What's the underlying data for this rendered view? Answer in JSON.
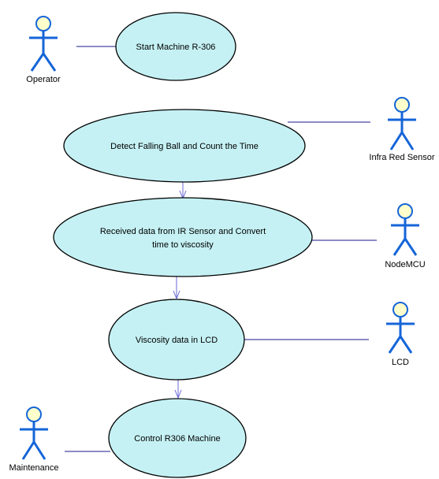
{
  "diagram": {
    "type": "use-case",
    "colors": {
      "usecase_fill": "#c5f1f4",
      "usecase_stroke": "#000000",
      "actor_body": "#1565d8",
      "actor_head_fill": "#ffffcc",
      "association_line": "#1a1a8c",
      "include_arrow": "#6a6ad8"
    },
    "actors": [
      {
        "id": "operator",
        "label": "Operator"
      },
      {
        "id": "infra-red-sensor",
        "label": "Infra Red Sensor"
      },
      {
        "id": "nodemcu",
        "label": "NodeMCU"
      },
      {
        "id": "lcd",
        "label": "LCD"
      },
      {
        "id": "maintenance",
        "label": "Maintenance"
      }
    ],
    "use_cases": [
      {
        "id": "start-machine",
        "lines": [
          "Start Machine R-306"
        ]
      },
      {
        "id": "detect-falling-ball",
        "lines": [
          "Detect Falling Ball and Count the Time"
        ]
      },
      {
        "id": "received-data",
        "lines": [
          "Received data from IR Sensor and Convert",
          "time to viscosity"
        ]
      },
      {
        "id": "viscosity-lcd",
        "lines": [
          "Viscosity data in LCD"
        ]
      },
      {
        "id": "control-machine",
        "lines": [
          "Control R306 Machine"
        ]
      }
    ],
    "associations": [
      {
        "actor": "operator",
        "use_case": "start-machine"
      },
      {
        "actor": "infra-red-sensor",
        "use_case": "detect-falling-ball"
      },
      {
        "actor": "nodemcu",
        "use_case": "received-data"
      },
      {
        "actor": "lcd",
        "use_case": "viscosity-lcd"
      },
      {
        "actor": "maintenance",
        "use_case": "control-machine"
      }
    ],
    "flows": [
      {
        "from": "detect-falling-ball",
        "to": "received-data"
      },
      {
        "from": "received-data",
        "to": "viscosity-lcd"
      },
      {
        "from": "viscosity-lcd",
        "to": "control-machine"
      }
    ]
  }
}
